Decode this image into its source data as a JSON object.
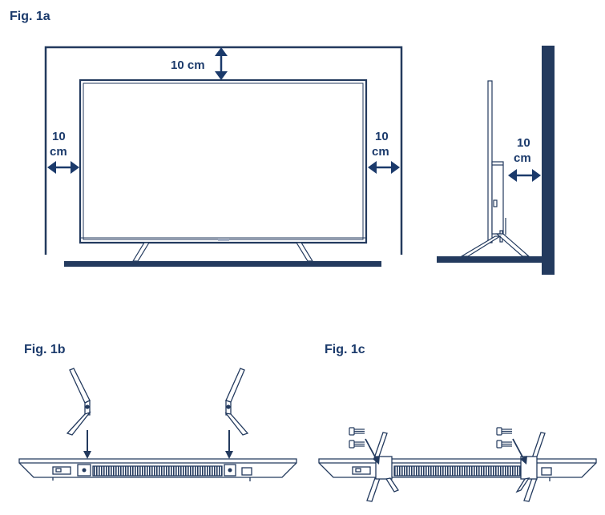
{
  "figures": {
    "fig_1a": {
      "label": "Fig. 1a"
    },
    "fig_1b": {
      "label": "Fig. 1b"
    },
    "fig_1c": {
      "label": "Fig. 1c"
    }
  },
  "dimensions": {
    "top": "10 cm",
    "left_value": "10",
    "left_unit": "cm",
    "right_value": "10",
    "right_unit": "cm",
    "side_value": "10",
    "side_unit": "cm"
  },
  "colors": {
    "ink": "#1b3a6b",
    "line": "#233a5e",
    "background": "#ffffff"
  }
}
